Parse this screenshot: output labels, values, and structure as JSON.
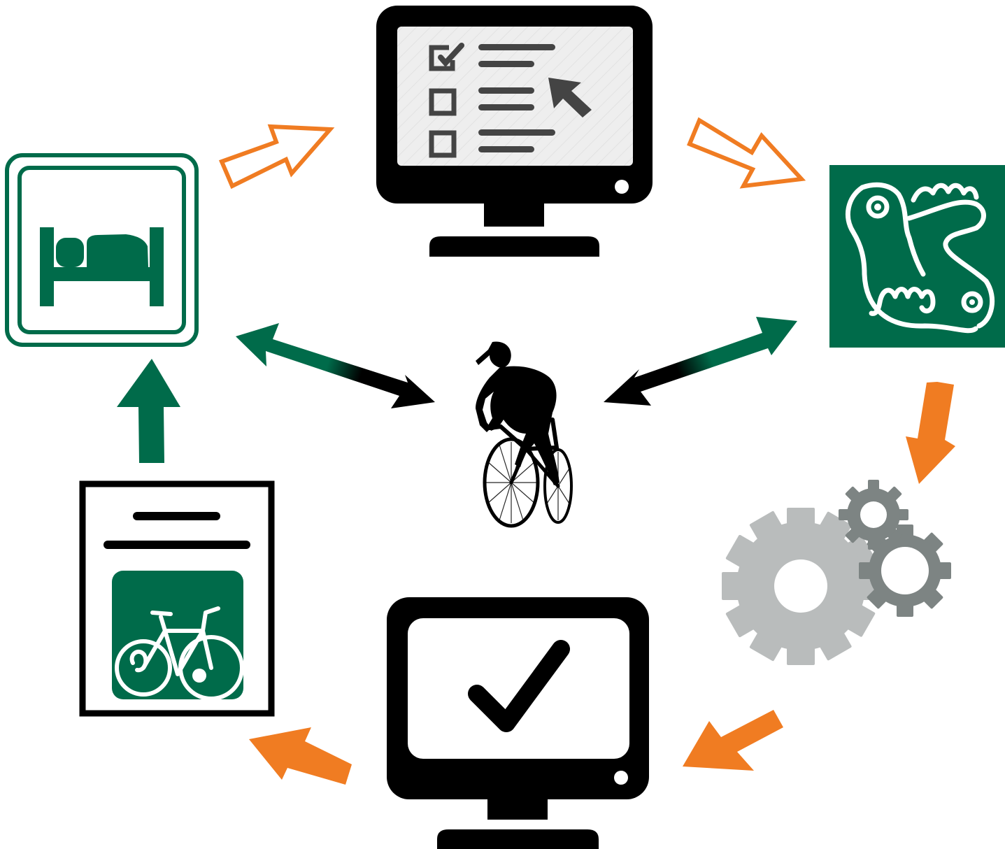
{
  "colors": {
    "green": "#006b4a",
    "orange": "#f07c22",
    "black": "#000000",
    "screen": "#eeeeee",
    "gear_light": "#b9bcbc",
    "gear_dark": "#7d8483",
    "white": "#ffffff"
  },
  "nodes": [
    {
      "id": "accommodation",
      "icon": "bed-sign-icon"
    },
    {
      "id": "online-form",
      "icon": "monitor-checklist-icon"
    },
    {
      "id": "regional-logo",
      "icon": "bird-logo-icon"
    },
    {
      "id": "processing",
      "icon": "gears-icon"
    },
    {
      "id": "confirmation",
      "icon": "monitor-checkmark-icon"
    },
    {
      "id": "voucher",
      "icon": "bike-voucher-document-icon"
    },
    {
      "id": "cyclist",
      "icon": "cyclist-silhouette-icon"
    }
  ],
  "flows": [
    {
      "from": "accommodation",
      "to": "online-form",
      "style": "orange-outline"
    },
    {
      "from": "online-form",
      "to": "regional-logo",
      "style": "orange-outline"
    },
    {
      "from": "regional-logo",
      "to": "processing",
      "style": "orange-solid"
    },
    {
      "from": "processing",
      "to": "confirmation",
      "style": "orange-solid"
    },
    {
      "from": "confirmation",
      "to": "voucher",
      "style": "orange-solid"
    },
    {
      "from": "voucher",
      "to": "accommodation",
      "style": "green-solid"
    },
    {
      "from": "cyclist",
      "to": "accommodation",
      "style": "green-black-double"
    },
    {
      "from": "cyclist",
      "to": "regional-logo",
      "style": "green-black-double"
    }
  ]
}
